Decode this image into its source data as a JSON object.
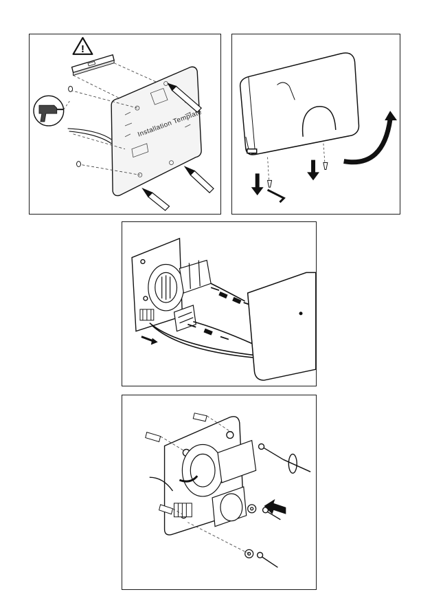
{
  "page": {
    "steps": [
      {
        "id": "step-1",
        "template_title": "Installation Template",
        "warning_symbol": "!"
      },
      {
        "id": "step-2"
      },
      {
        "id": "step-3"
      },
      {
        "id": "step-4"
      }
    ]
  },
  "colors": {
    "line": "#1a1a1a",
    "paper": "#ffffff",
    "template_fill": "#f4f4f4"
  },
  "icons": [
    "warning-triangle-icon",
    "drill-icon",
    "pencil-icon",
    "screw-icon",
    "allen-key-icon",
    "arrow-down-icon",
    "curved-arrow-icon",
    "double-arrow-icon",
    "wall-plug-icon",
    "washer-icon",
    "screwdriver-icon",
    "rotation-arrow-icon"
  ]
}
